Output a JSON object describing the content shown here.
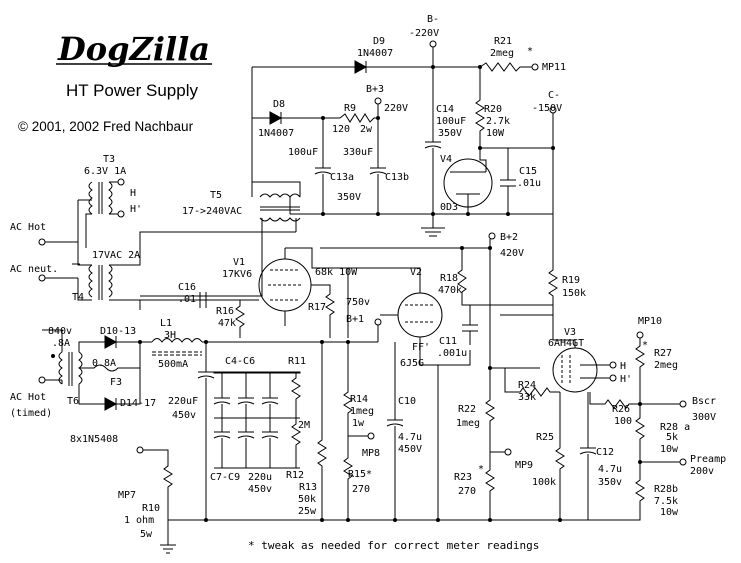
{
  "header": {
    "title": "DogZilla",
    "subtitle": "HT Power Supply",
    "copyright": "© 2001, 2002 Fred Nachbaur"
  },
  "footnote": "* tweak as needed for correct meter readings",
  "inputs": {
    "ac_hot": "AC Hot",
    "ac_neut": "AC neut.",
    "ac_hot_timed_1": "AC Hot",
    "ac_hot_timed_2": "(timed)"
  },
  "transformers": {
    "t3_name": "T3",
    "t3_rating": "6.3V 1A",
    "t3_h": "H",
    "t3_h2": "H'",
    "t4_rating": "17VAC 2A",
    "t4_name": "T4",
    "t5_name": "T5",
    "t5_rating": "17->240VAC",
    "t6_rating_1": "840v",
    "t6_rating_2": ".8A",
    "t6_name": "T6"
  },
  "rails": {
    "b_minus_1": "B-",
    "b_minus_2": "-220V",
    "c_minus_1": "C-",
    "c_minus_2": "-150V",
    "b3_1": "B+3",
    "b3_2": "220V",
    "b2_1": "B+2",
    "b2_2": "420V",
    "b1_1": "750v",
    "b1_2": "B+1",
    "bscr_1": "Bscr",
    "bscr_2": "300V",
    "preamp_1": "Preamp",
    "preamp_2": "200v"
  },
  "parts": {
    "d9_1": "D9",
    "d9_2": "1N4007",
    "d8_1": "D8",
    "d8_2": "1N4007",
    "r21_1": "R21",
    "r21_2": "2meg",
    "mp11": "MP11",
    "r9_1": "R9",
    "r9_2": "120",
    "r9_3": "2w",
    "c14_1": "C14",
    "c14_2": "100uF",
    "c14_3": "350V",
    "r20_1": "R20",
    "r20_2": "2.7k",
    "r20_3": "10W",
    "c13_val_a": "100uF",
    "c13_val_b": "330uF",
    "c13a": "C13a",
    "c13b": "C13b",
    "c13_v": "350V",
    "v4_1": "V4",
    "v4_2": "0D3",
    "c15_1": "C15",
    "c15_2": ".01u",
    "v1_1": "V1",
    "v1_2": "17KV6",
    "c16_1": "C16",
    "c16_2": ".01",
    "r16_1": "R16",
    "r16_2": "47k",
    "r17": "R17",
    "r17_val": "68k 10W",
    "v2_1": "V2",
    "v2_2": "6J5G",
    "ff": "FF'",
    "r18_1": "R18",
    "r18_2": "470k",
    "c11_1": "C11",
    "c11_2": ".001u",
    "r19_1": "R19",
    "r19_2": "150k",
    "v3_1": "V3",
    "v3_2": "6AH4GT",
    "v3_h": "H",
    "v3_h2": "H'",
    "mp10": "MP10",
    "r27_1": "R27",
    "r27_2": "2meg",
    "d10": "D10-13",
    "d14": "D14-17",
    "diodes": "8x1N5408",
    "f3_1": "0.8A",
    "f3_2": "F3",
    "l1_1": "L1",
    "l1_2": "3H",
    "l1_3": "500mA",
    "c_main_1": "220uF",
    "c_main_2": "450v",
    "mp7": "MP7",
    "r10_1": "R10",
    "r10_2": "1 ohm",
    "r10_3": "5w",
    "c4c6": "C4-C6",
    "c7c9": "C7-C9",
    "bank_1": "220u",
    "bank_2": "450v",
    "r11": "R11",
    "r2m": "2M",
    "r12": "R12",
    "r13_1": "R13",
    "r13_2": "50k",
    "r13_3": "25w",
    "r14_1": "R14",
    "r14_2": "1meg",
    "r14_3": "1w",
    "mp8": "MP8",
    "r15_1": "R15*",
    "r15_2": "270",
    "c10_1": "C10",
    "c10_2": "4.7u",
    "c10_3": "450V",
    "r22_1": "R22",
    "r22_2": "1meg",
    "r23_1": "R23",
    "r23_2": "270",
    "mp9": "MP9",
    "r24_1": "R24",
    "r24_2": "33k",
    "r25_1": "R25",
    "r25_2": "100k",
    "c12_1": "C12",
    "c12_2": "4.7u",
    "c12_3": "350v",
    "r26_1": "R26",
    "r26_2": "100",
    "r28a_1": "R28 a",
    "r28a_2": "5k",
    "r28a_3": "10w",
    "r28b_1": "R28b",
    "r28b_2": "7.5k",
    "r28b_3": "10w",
    "star": "*"
  }
}
